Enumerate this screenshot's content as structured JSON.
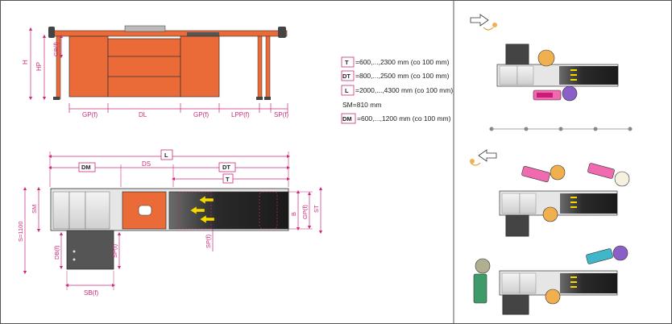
{
  "front_view": {
    "dims_bottom": [
      "GP(f)",
      "DL",
      "GP(f)",
      "LPP(f)",
      "SP(f)"
    ],
    "h_label": "H",
    "hp_label": "HP",
    "gb_label": "GB(f)"
  },
  "top_view": {
    "L": "L",
    "DM": "DM",
    "DS": "DS",
    "DT": "DT",
    "T": "T",
    "SM": "SM",
    "S1100": "S=1100",
    "DB": "DB(f)",
    "SP1": "SP(f)",
    "SP2": "SP(f)",
    "B": "B",
    "GP": "GP(f)",
    "ST": "ST",
    "SB": "SB(f)"
  },
  "legend": [
    {
      "tag": "T",
      "text": "=600,...,2300 mm (co 100 mm)"
    },
    {
      "tag": "DT",
      "text": "=800,...,2500 mm (co 100 mm)"
    },
    {
      "tag": "L",
      "text": "=2000,...,4300 mm (co 100 mm)"
    },
    {
      "tag": "",
      "text": "SM=810 mm"
    },
    {
      "tag": "DM",
      "text": "=600,...,1200 mm (co 100 mm)"
    }
  ],
  "colors": {
    "orange": "#ea6a38",
    "magenta": "#cc2a7c",
    "belt": "#2c2c2c",
    "pink": "#f06ab0",
    "teal": "#3fb7c9",
    "green": "#3f9a6a",
    "skin": "#f0b050"
  }
}
